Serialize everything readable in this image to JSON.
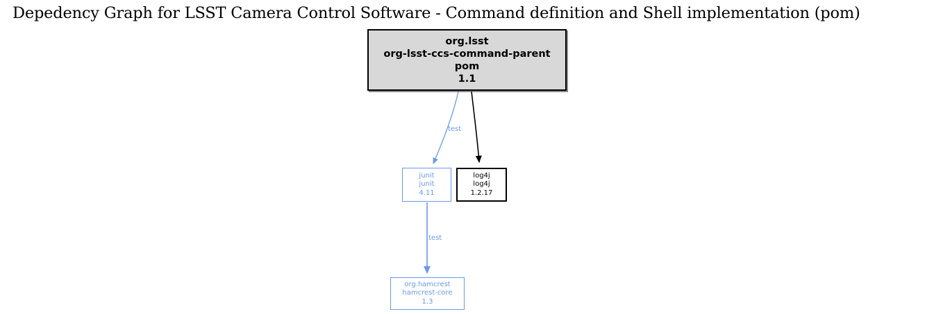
{
  "title": "Depedency Graph for LSST Camera Control Software - Command definition and Shell implementation (pom)",
  "graph": {
    "colors": {
      "root_fill": "#d8d8d8",
      "root_border": "#000000",
      "compile_edge": "#000000",
      "test_edge": "#6a98ed",
      "test_node_border": "#6a98ed",
      "test_node_text": "#6a98ed",
      "background": "#ffffff"
    },
    "nodes": [
      {
        "id": "root",
        "group_id": "org.lsst",
        "artifact_id": "org-lsst-ccs-command-parent",
        "packaging": "pom",
        "version": "1.1"
      },
      {
        "id": "junit",
        "group_id": "junit",
        "artifact_id": "junit",
        "version": "4.11"
      },
      {
        "id": "log4j",
        "group_id": "log4j",
        "artifact_id": "log4j",
        "version": "1.2.17"
      },
      {
        "id": "hamcrest",
        "group_id": "org.hamcrest",
        "artifact_id": "hamcrest-core",
        "version": "1.3"
      }
    ],
    "edges": [
      {
        "id": "root-junit",
        "from": "root",
        "to": "junit",
        "scope": "test"
      },
      {
        "id": "root-log4j",
        "from": "root",
        "to": "log4j",
        "scope": ""
      },
      {
        "id": "junit-hamcrest",
        "from": "junit",
        "to": "hamcrest",
        "scope": "test"
      }
    ]
  }
}
